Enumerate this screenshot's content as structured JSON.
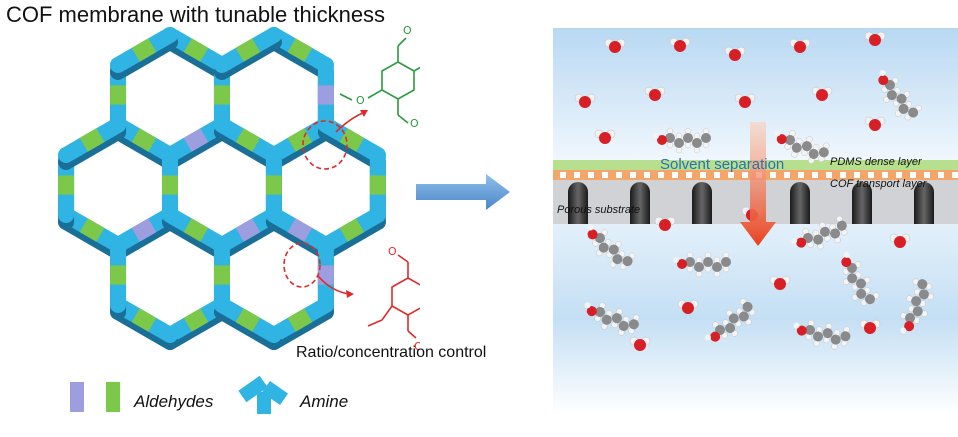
{
  "title": "COF membrane with tunable thickness",
  "ratio_label": "Ratio/concentration control",
  "legend": {
    "aldehydes": "Aldehydes",
    "amine": "Amine"
  },
  "panel": {
    "solvent_separation": "Solvent separation",
    "pdms_layer": "PDMS dense layer",
    "cof_layer": "COF transport layer",
    "substrate": "Porous substrate"
  },
  "colors": {
    "amine_blue": "#2fb4e3",
    "aldehyde_green": "#7cc84a",
    "aldehyde_purple": "#9c9ee0",
    "molecule_green": "#2a9a3c",
    "molecule_red": "#e02a2a",
    "arrow_blue": "#5b9bd5",
    "flow_arrow": "#e8401c"
  },
  "icons": [
    "hexagonal-cof-lattice",
    "molecule-dimethoxy-dialdehyde",
    "molecule-divinyl-dialdehyde",
    "water-molecule",
    "alcohol-molecule"
  ]
}
